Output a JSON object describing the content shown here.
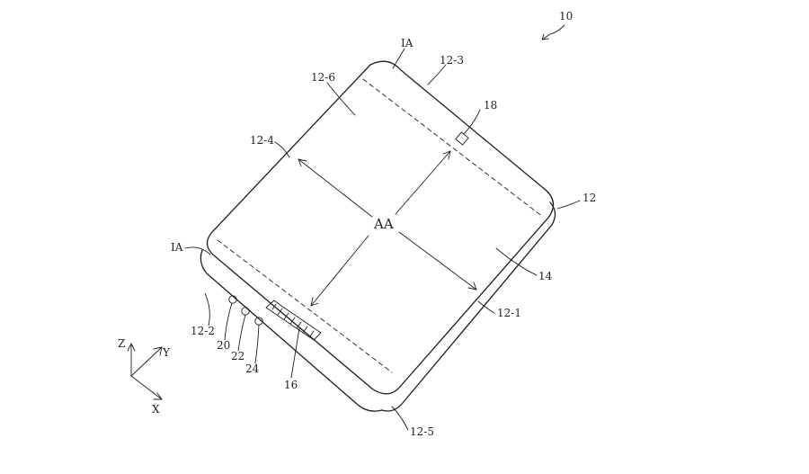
{
  "labels": {
    "ref_10": "10",
    "ia_top": "IA",
    "ref_12_3": "12-3",
    "ref_12_6": "12-6",
    "ref_18": "18",
    "ref_12_4": "12-4",
    "ref_12": "12",
    "aa": "AA",
    "ia_left": "IA",
    "ref_14": "14",
    "ref_12_1": "12-1",
    "ref_12_2": "12-2",
    "ref_20": "20",
    "ref_22": "22",
    "ref_24": "24",
    "ref_16": "16",
    "ref_12_5": "12-5",
    "axis_z": "Z",
    "axis_y": "Y",
    "axis_x": "X"
  }
}
